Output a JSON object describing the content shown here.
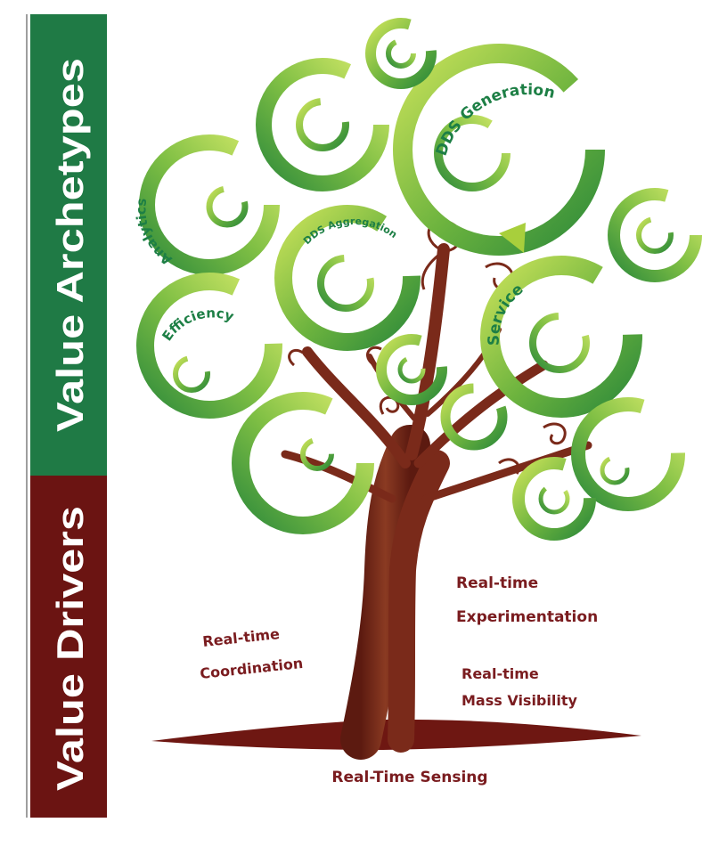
{
  "sidebar": {
    "archetypes_label": "Value Archetypes",
    "drivers_label": "Value Drivers",
    "archetypes_color": "#1f7a45",
    "drivers_color": "#6b1412"
  },
  "archetypes": {
    "dds_generation": "DDS Generation",
    "analytics": "Analytics",
    "dds_aggregation": "DDS Aggregation",
    "service": "Service",
    "efficiency": "Efficiency"
  },
  "drivers": {
    "experimentation_line1": "Real-time",
    "experimentation_line2": "Experimentation",
    "coordination_line1": "Real-time",
    "coordination_line2": "Coordination",
    "mass_visibility_line1": "Real-time",
    "mass_visibility_line2": "Mass Visibility",
    "sensing": "Real-Time Sensing"
  },
  "colors": {
    "ring_dark": "#2e8a3a",
    "ring_light": "#a8cf3c",
    "ring_lime": "#c9e25a",
    "label_green": "#1d7f45",
    "trunk": "#7a2a1a",
    "ground": "#6e1712"
  }
}
